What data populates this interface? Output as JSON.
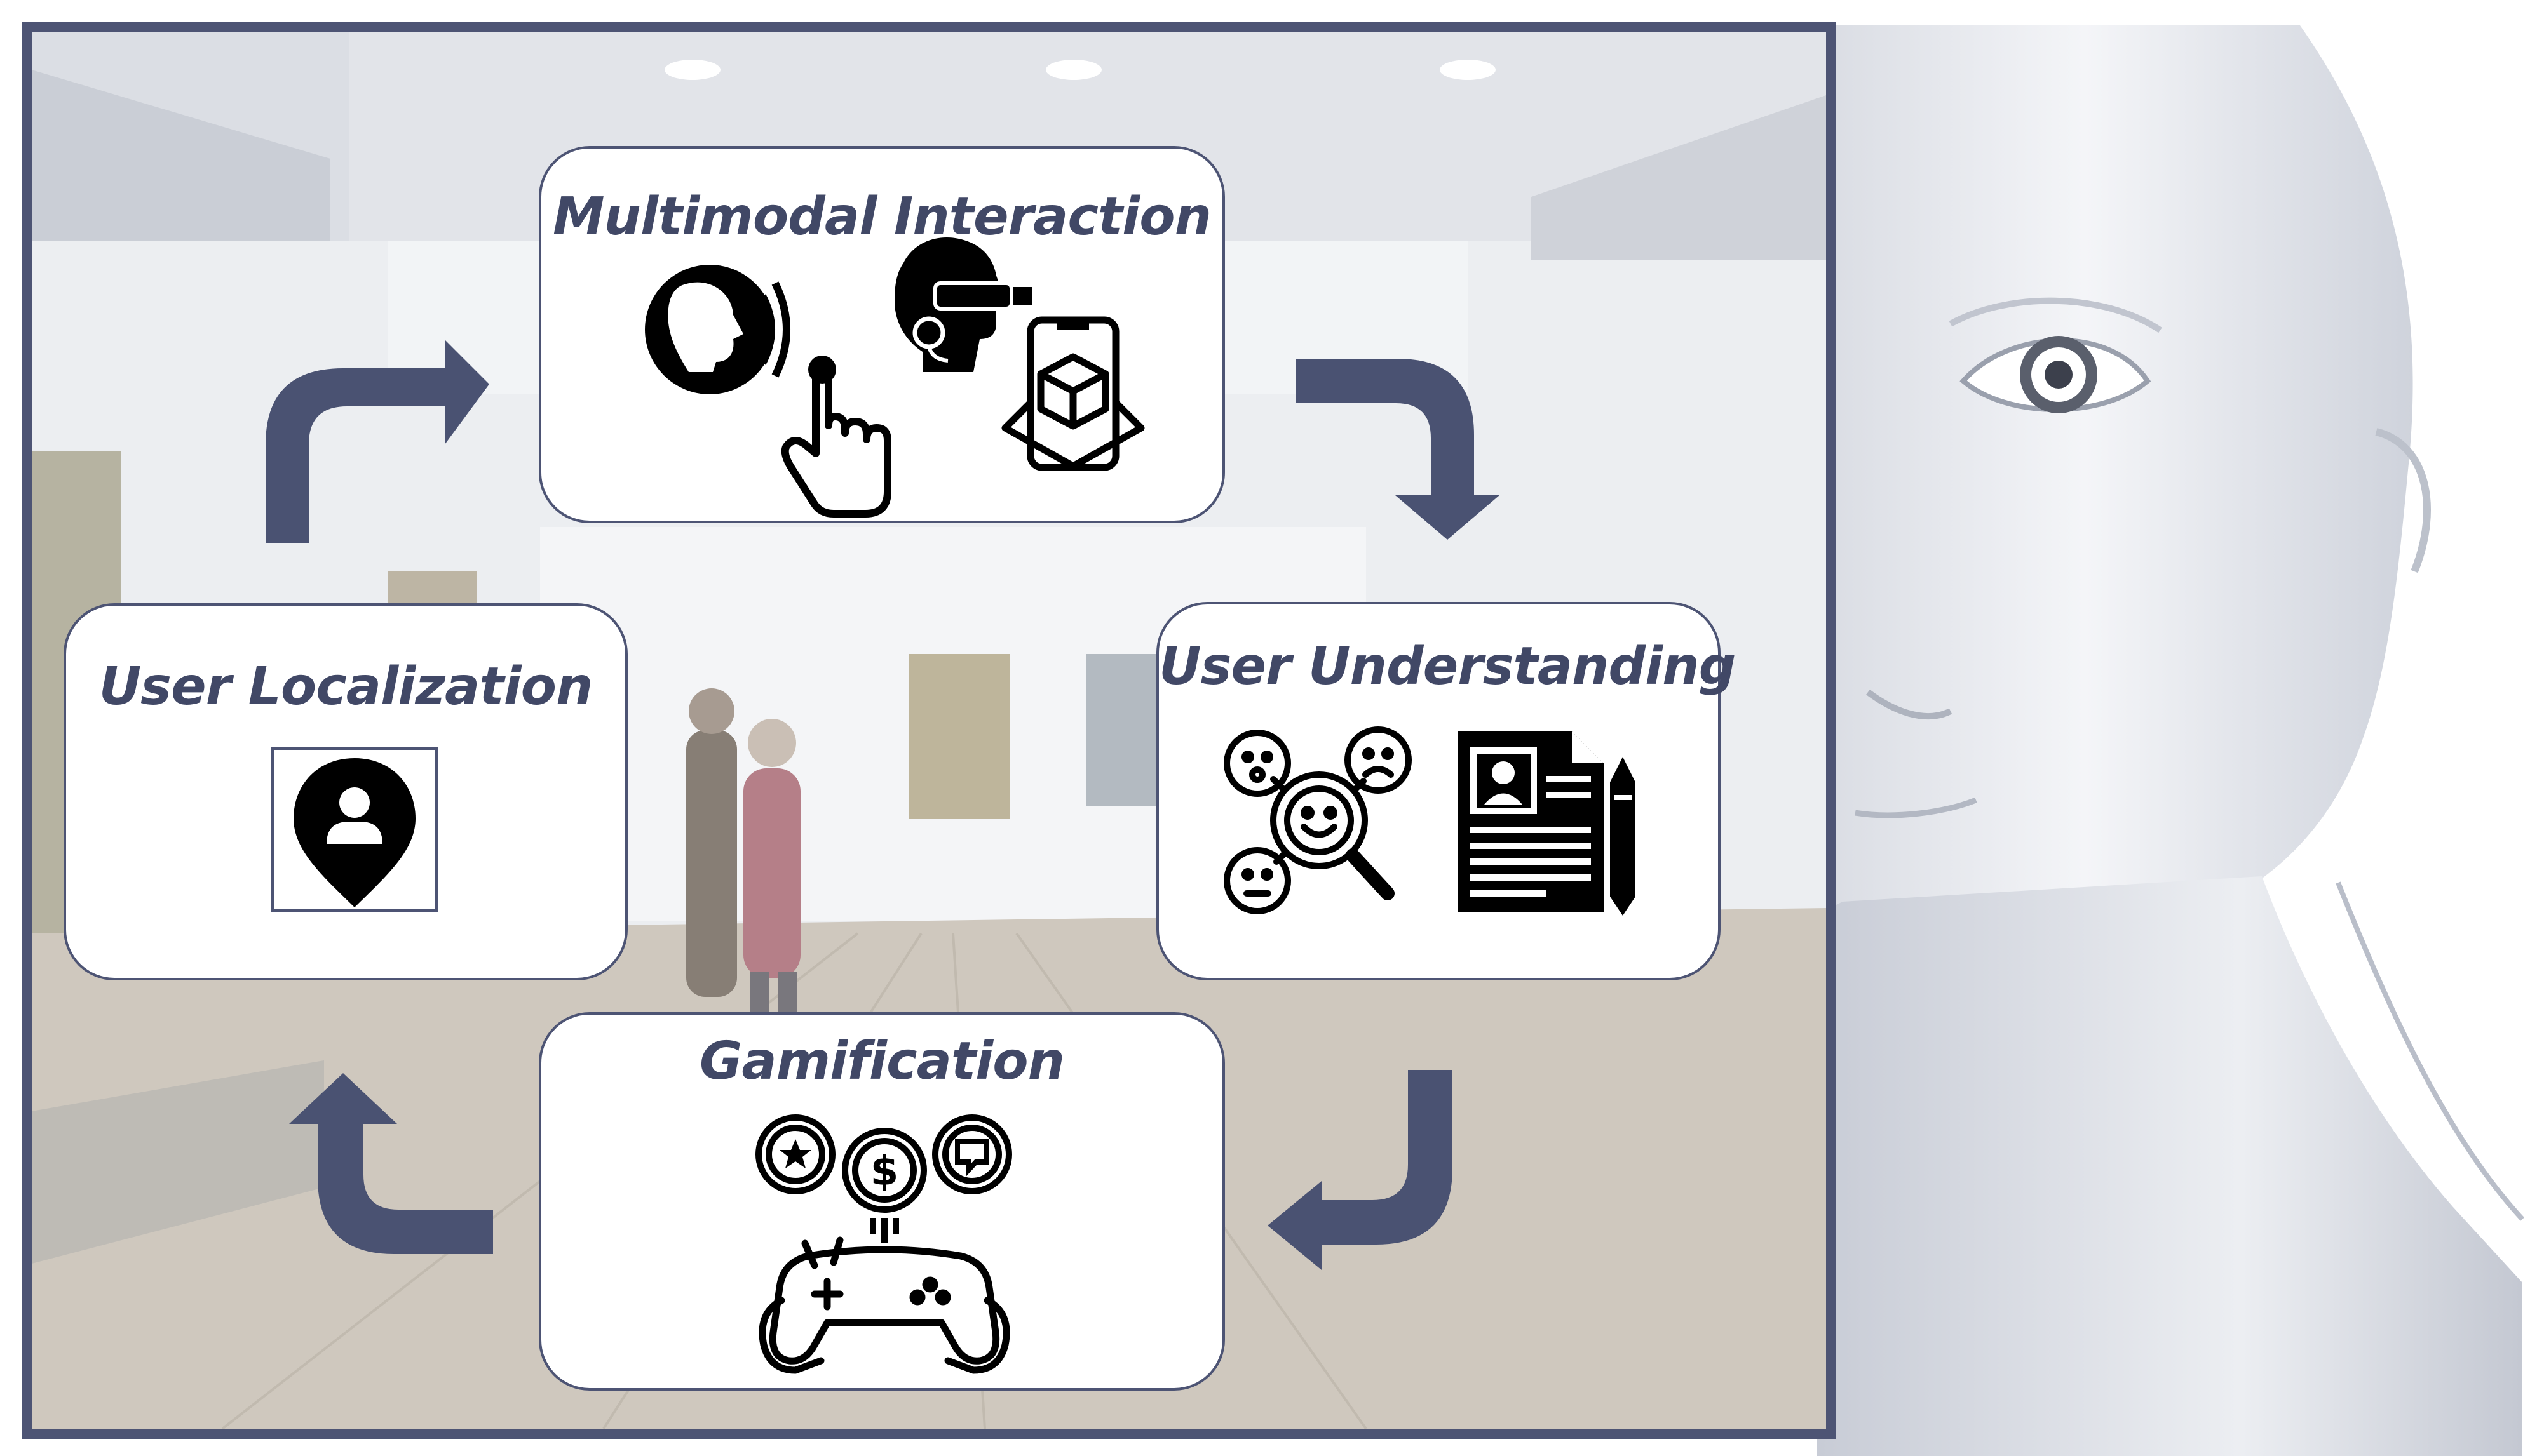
{
  "diagram": {
    "nodes": [
      {
        "id": "multimodal-interaction",
        "title": "Multimodal Interaction",
        "icons": [
          "speech-icon",
          "tap-gesture-icon",
          "vr-headset-icon",
          "ar-phone-icon"
        ]
      },
      {
        "id": "user-understanding",
        "title": "User Understanding",
        "icons": [
          "emotion-analysis-icon",
          "user-profile-document-icon"
        ]
      },
      {
        "id": "gamification",
        "title": "Gamification",
        "icons": [
          "reward-coins-icon",
          "game-controller-icon"
        ]
      },
      {
        "id": "user-localization",
        "title": "User Localization",
        "icons": [
          "location-user-pin-icon"
        ]
      }
    ],
    "edges": [
      {
        "from": "user-localization",
        "to": "multimodal-interaction"
      },
      {
        "from": "multimodal-interaction",
        "to": "user-understanding"
      },
      {
        "from": "user-understanding",
        "to": "gamification"
      },
      {
        "from": "gamification",
        "to": "user-localization"
      }
    ],
    "colors": {
      "frame": "#4d5474",
      "arrow": "#4a5272",
      "title": "#414866",
      "icon": "#000000",
      "card": "#ffffff"
    }
  }
}
